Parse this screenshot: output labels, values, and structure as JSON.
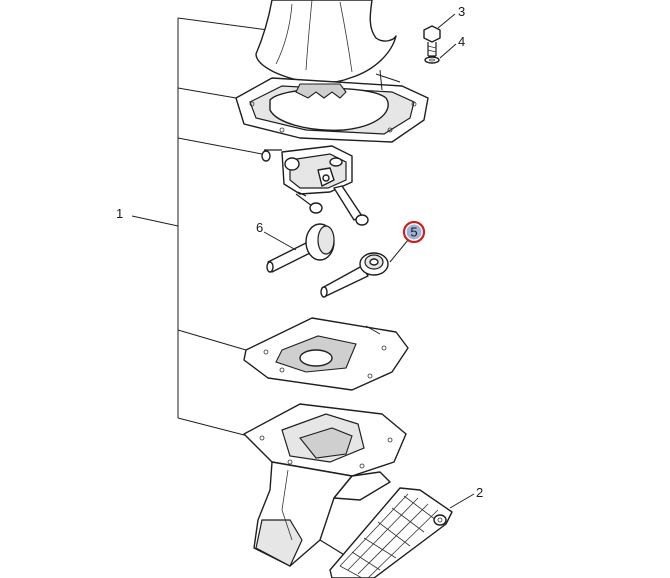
{
  "callouts": {
    "c1": "1",
    "c2": "2",
    "c3": "3",
    "c4": "4",
    "c5": "5",
    "c6": "6"
  },
  "highlight": {
    "callout": "5",
    "ring_color": "#cc1f1f",
    "fill_color": "#9fb3d6"
  }
}
